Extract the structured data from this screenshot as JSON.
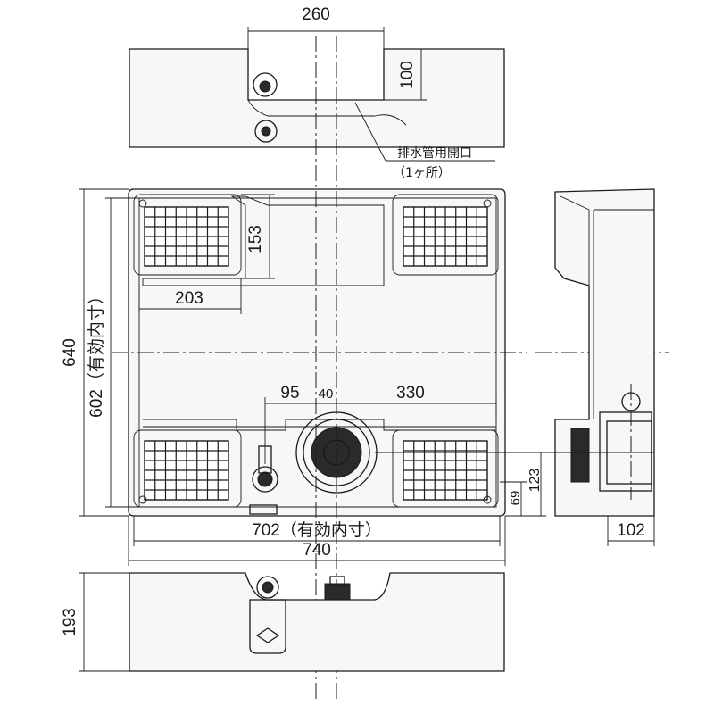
{
  "dimensions": {
    "top_width": "260",
    "top_height": "100",
    "corner_height": "153",
    "corner_width": "203",
    "left_offset": "95",
    "gap": "40",
    "right_offset": "330",
    "overall_height": "640",
    "inner_height": "602（有効内寸）",
    "inner_width": "702（有効内寸）",
    "overall_width": "740",
    "drain_height_1": "123",
    "drain_height_2": "69",
    "side_depth": "102",
    "front_height": "193"
  },
  "annotations": {
    "drain_opening_line1": "排水管用開口",
    "drain_opening_line2": "（1ヶ所）"
  }
}
